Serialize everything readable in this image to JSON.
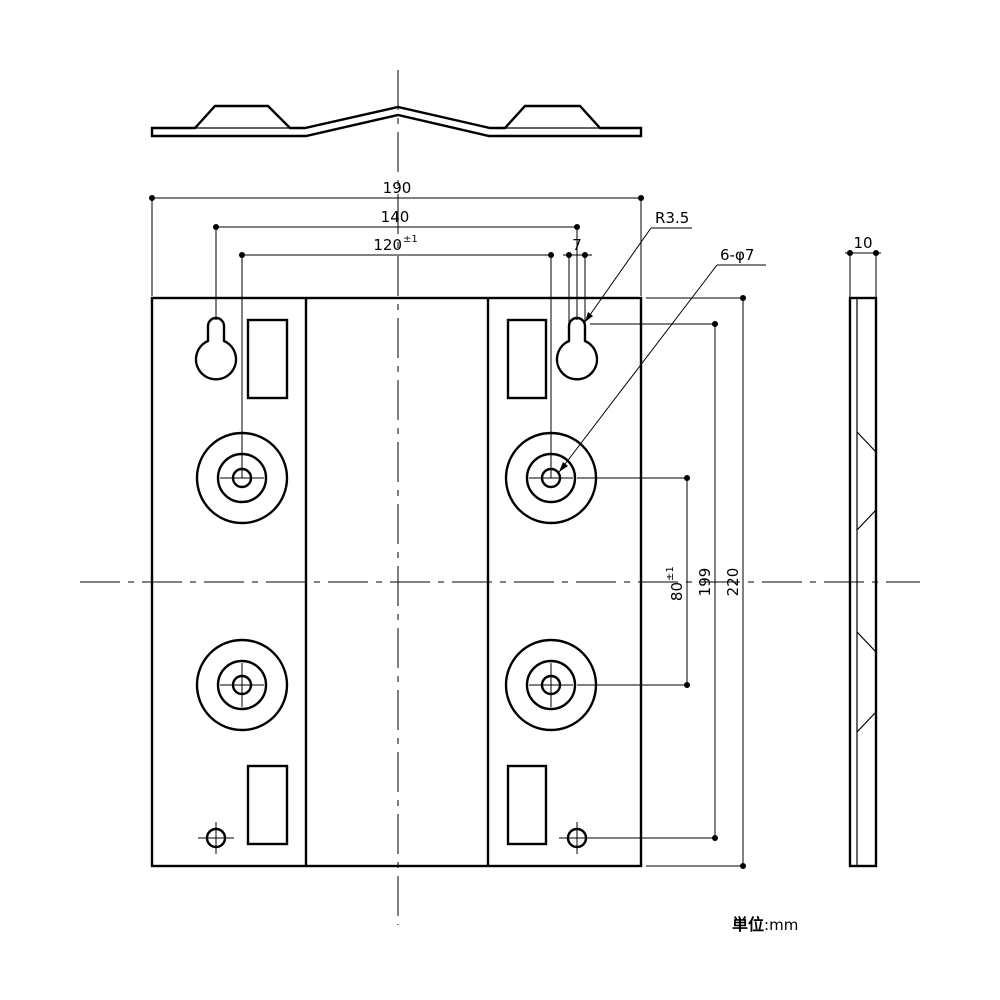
{
  "dimensions": {
    "width_total": "190",
    "keyhole_span": "140",
    "hole_span": "120",
    "hole_span_tol": "±1",
    "keyhole_offset": "7",
    "keyhole_radius": "R3.5",
    "holes": "6-φ7",
    "thickness": "10",
    "hole_pitch": "80",
    "hole_pitch_tol": "±1",
    "inner_height": "199",
    "height_total": "220"
  },
  "unit_label": {
    "kanji": "単位",
    "sep": ":",
    "unit": "mm"
  }
}
